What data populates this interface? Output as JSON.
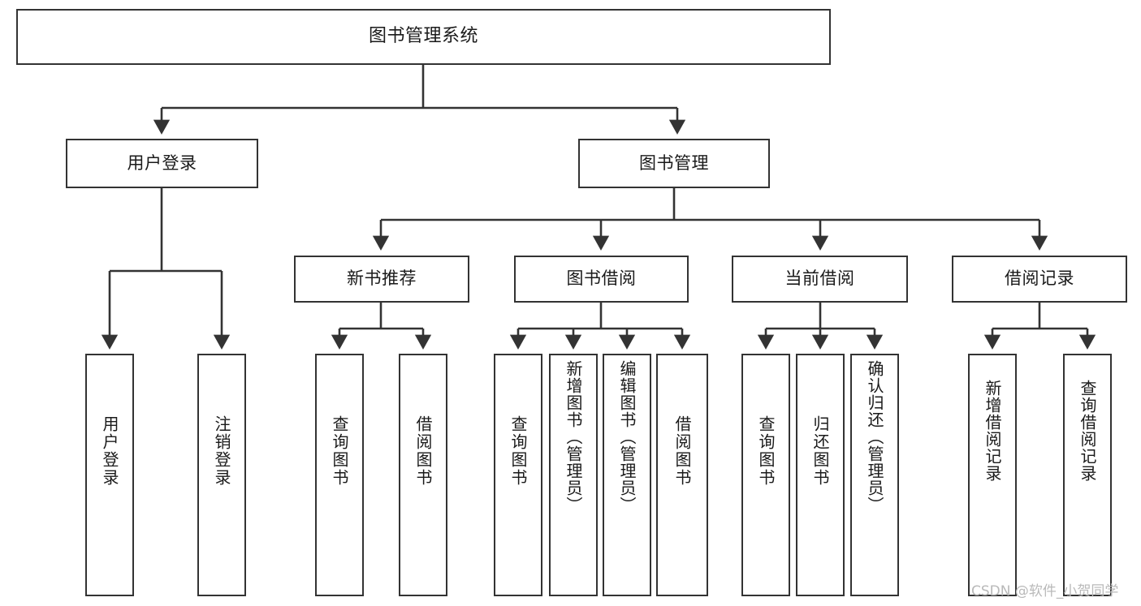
{
  "diagram": {
    "title": "图书管理系统",
    "type": "tree-hierarchy",
    "accent_color": "#333333",
    "background_color": "#ffffff",
    "nodes": {
      "root": {
        "label": "图书管理系统"
      },
      "level2": [
        {
          "label": "用户登录"
        },
        {
          "label": "图书管理"
        }
      ],
      "level3": [
        {
          "label": "新书推荐"
        },
        {
          "label": "图书借阅"
        },
        {
          "label": "当前借阅"
        },
        {
          "label": "借阅记录"
        }
      ],
      "leaves": {
        "user_login": [
          {
            "label": "用户登录"
          },
          {
            "label": "注销登录"
          }
        ],
        "new_book_recommend": [
          {
            "label": "查询图书"
          },
          {
            "label": "借阅图书"
          }
        ],
        "book_borrow": [
          {
            "label": "查询图书"
          },
          {
            "label": "新增图书（管理员）"
          },
          {
            "label": "编辑图书（管理员）"
          },
          {
            "label": "借阅图书"
          }
        ],
        "current_borrow": [
          {
            "label": "查询图书"
          },
          {
            "label": "归还图书"
          },
          {
            "label": "确认归还（管理员）"
          }
        ],
        "borrow_record": [
          {
            "label": "新增借阅记录"
          },
          {
            "label": "查询借阅记录"
          }
        ]
      }
    }
  },
  "watermark": {
    "text": "CSDN @软件_小贺同学"
  }
}
